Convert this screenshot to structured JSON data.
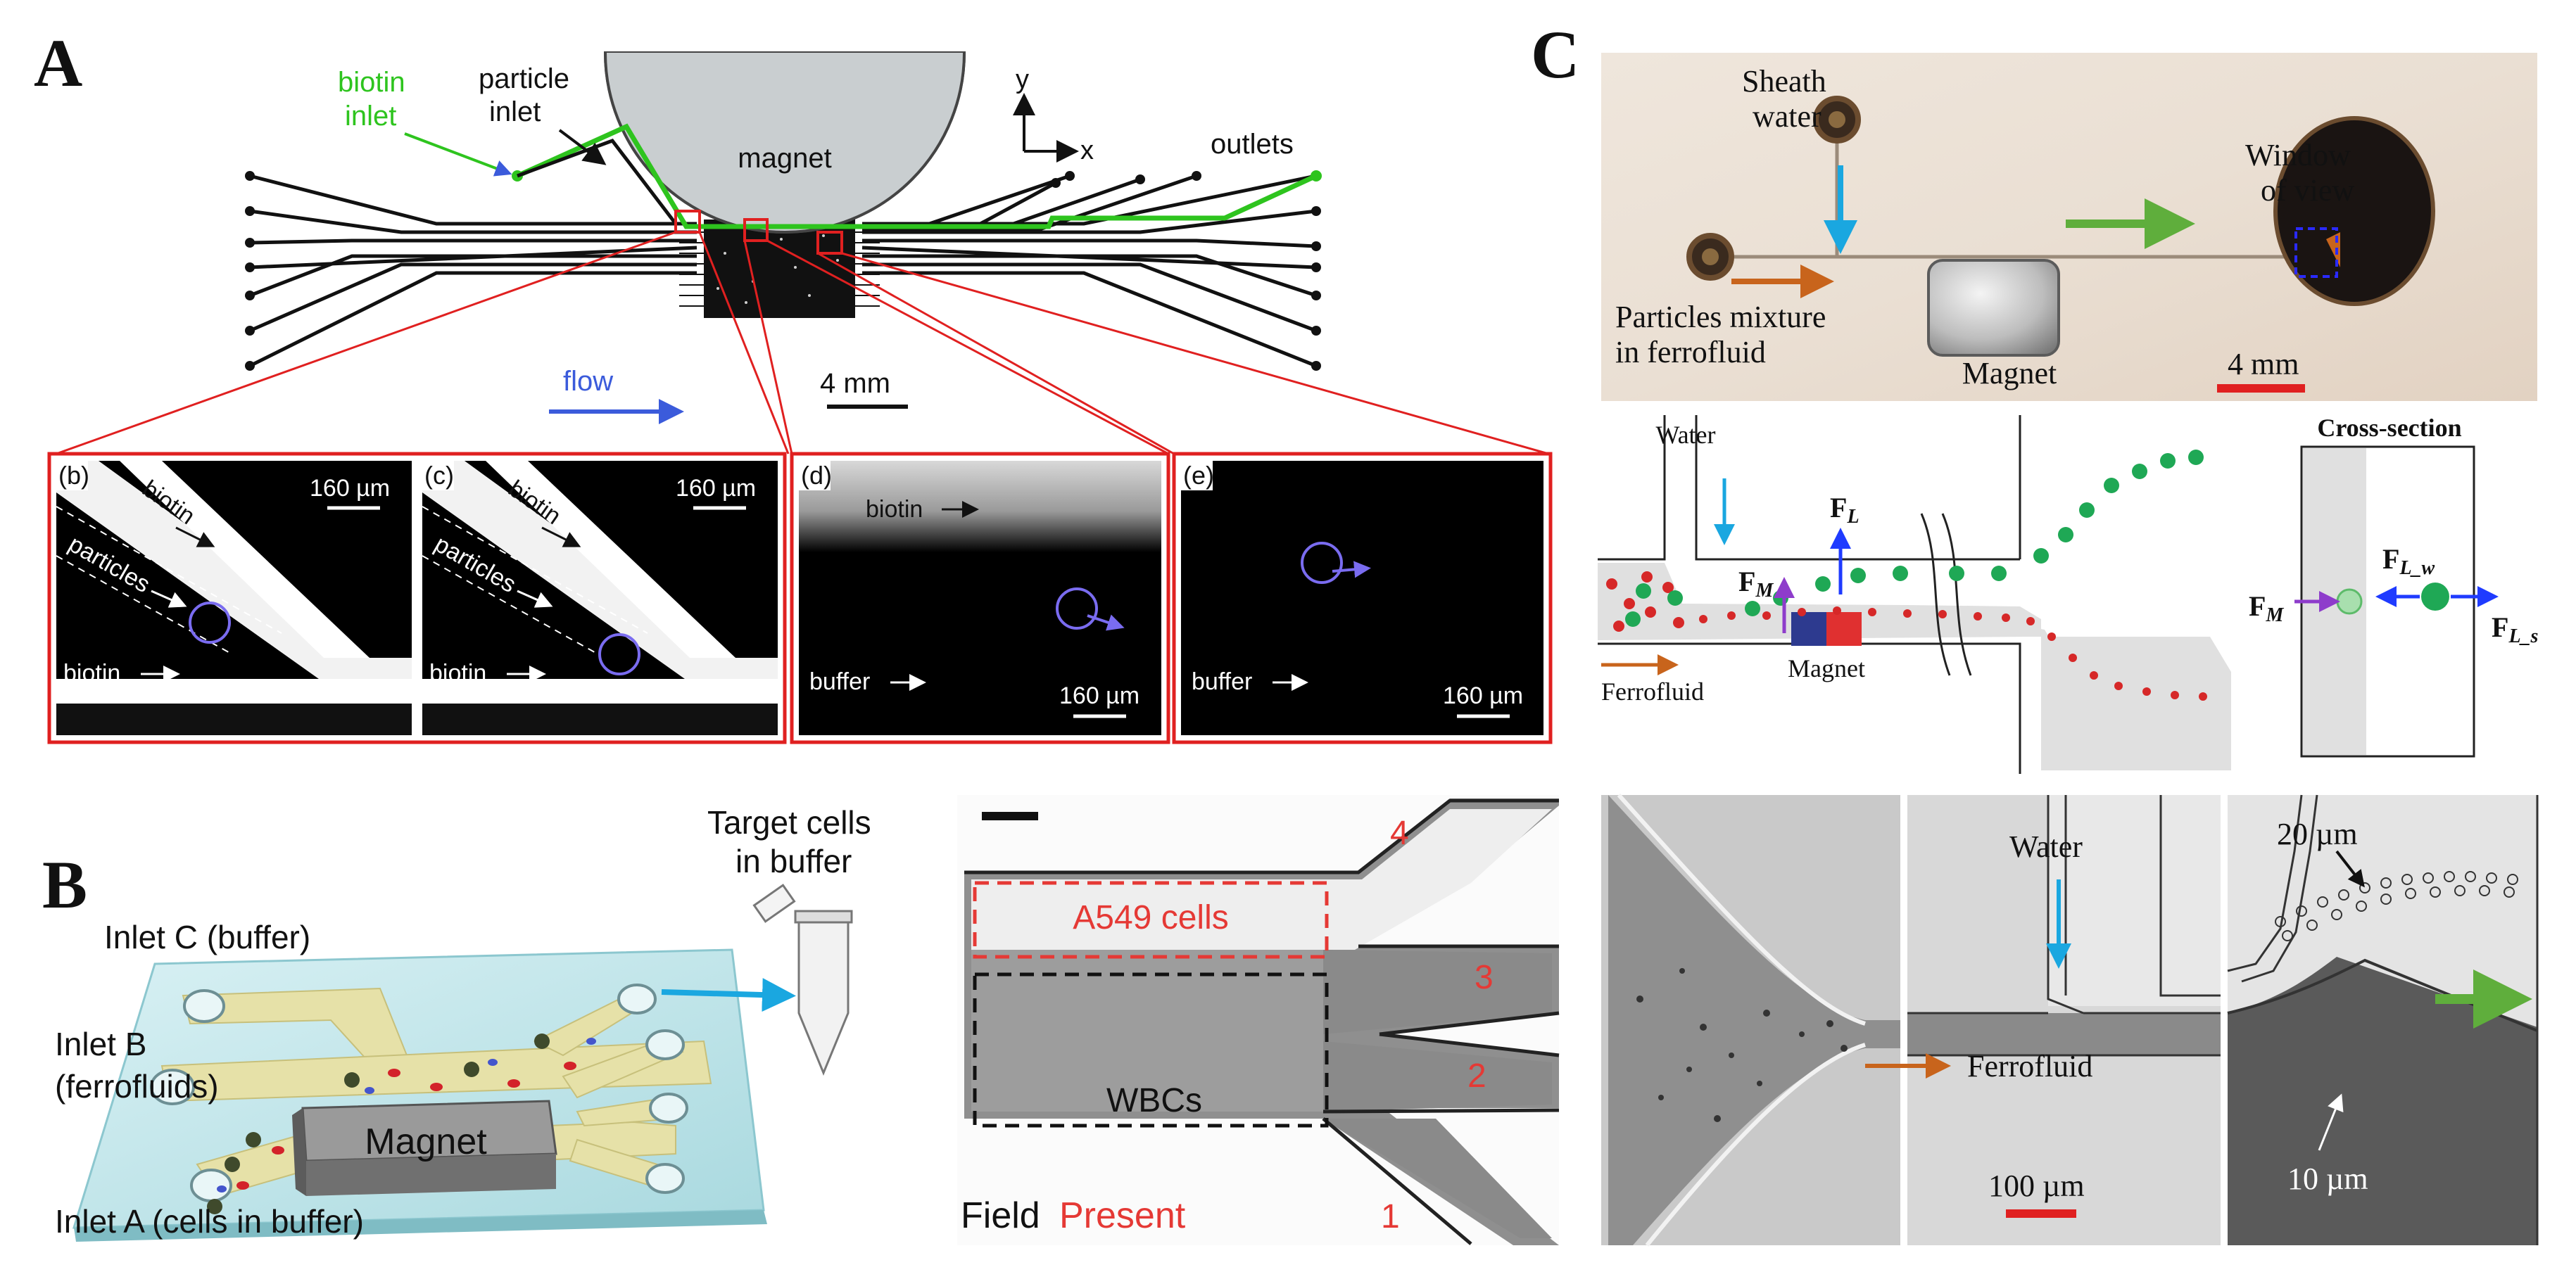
{
  "panel_letters": {
    "a": "A",
    "b": "B",
    "c": "C"
  },
  "panel_a": {
    "biotin_inlet": [
      "biotin",
      "inlet"
    ],
    "particle_inlet": [
      "particle",
      "inlet"
    ],
    "magnet": "magnet",
    "axis_y": "y",
    "axis_x": "x",
    "outlets": "outlets",
    "flow": "flow",
    "scale": "4 mm",
    "insets": {
      "b": {
        "letter": "(b)",
        "biotin_top": "biotin",
        "particles": "particles",
        "biotin_bottom": "biotin",
        "scale": "160 µm"
      },
      "c": {
        "letter": "(c)",
        "biotin_top": "biotin",
        "particles": "particles",
        "biotin_bottom": "biotin",
        "scale": "160 µm"
      },
      "d": {
        "letter": "(d)",
        "biotin": "biotin",
        "buffer": "buffer",
        "scale": "160 µm"
      },
      "e": {
        "letter": "(e)",
        "buffer": "buffer",
        "scale": "160 µm"
      }
    }
  },
  "panel_b": {
    "target_cells": [
      "Target cells",
      "in buffer"
    ],
    "inlet_c": "Inlet C (buffer)",
    "inlet_b": [
      "Inlet B",
      "(ferrofluids)"
    ],
    "inlet_a": "Inlet A (cells in buffer)",
    "magnet": "Magnet",
    "a549": "A549 cells",
    "wbcs": "WBCs",
    "field": "Field",
    "present": "Present",
    "outlet_numbers": [
      "4",
      "3",
      "2",
      "1"
    ]
  },
  "panel_c": {
    "sheath_water": [
      "Sheath",
      "water"
    ],
    "particles_mixture": [
      "Particles mixture",
      "in ferrofluid"
    ],
    "magnet_photo": "Magnet",
    "window_of_view": [
      "Window",
      "of view"
    ],
    "scale_photo": "4 mm",
    "schematic": {
      "water": "Water",
      "ferrofluid": "Ferrofluid",
      "magnet": "Magnet",
      "f_l": "F",
      "f_l_sub": "L",
      "f_m": "F",
      "f_m_sub": "M"
    },
    "cross_section": {
      "title": "Cross-section",
      "f_m": "F",
      "f_m_sub": "M",
      "f_lw": "F",
      "f_lw_sub": "L_w",
      "f_ls": "F",
      "f_ls_sub": "L_s"
    },
    "micrographs": {
      "water": "Water",
      "ferrofluid": "Ferrofluid",
      "scale": "100 µm",
      "size_20": "20 µm",
      "size_10": "10 µm"
    }
  },
  "colors": {
    "inset_border": "#e02020",
    "biotin_green": "#2ec41e",
    "flow_blue": "#3b5bdb",
    "arrow_cyan": "#1aa7e0",
    "arrow_orange": "#c8641c",
    "arrow_green": "#5fae3c",
    "particle_green": "#1fa855",
    "dot_red": "#d62828",
    "present_red": "#e53935"
  }
}
